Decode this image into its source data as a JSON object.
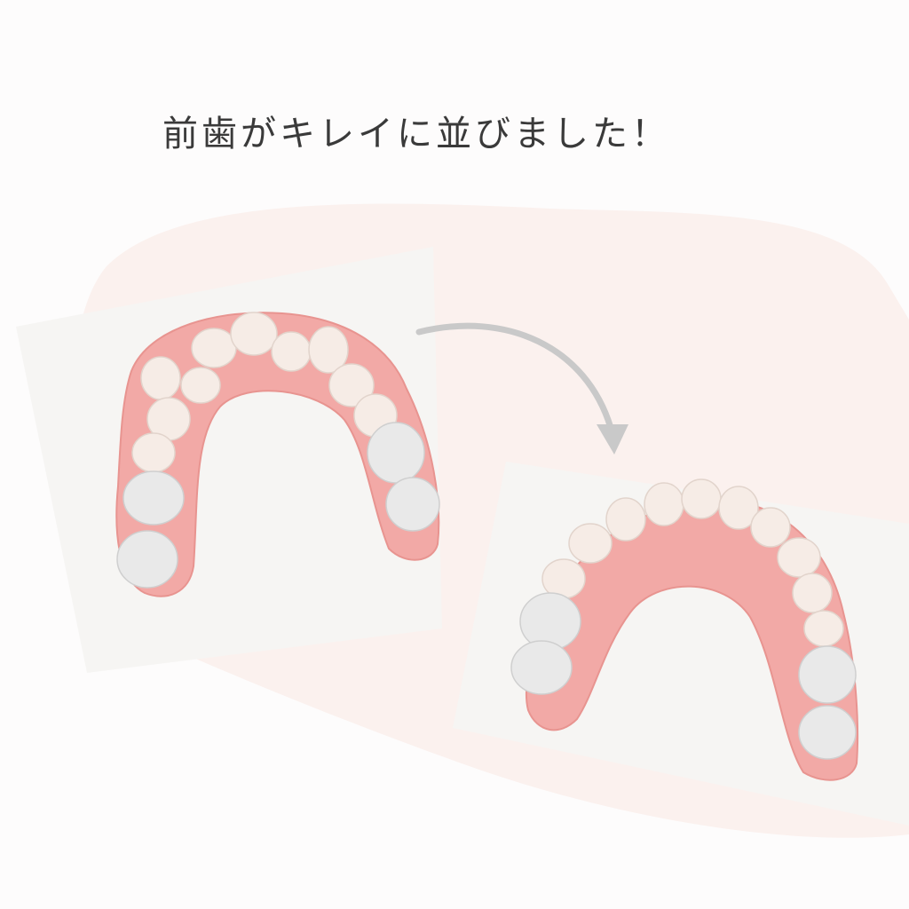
{
  "headline": "前歯がキレイに並びました！",
  "colors": {
    "background": "#fdfcfc",
    "blob": "#fbf1ee",
    "card": "#f6f5f3",
    "gum": "#f2a9a6",
    "tooth": "#f6ece6",
    "molar": "#e9e9e9",
    "arrow": "#c9c9c9"
  },
  "illustrations": {
    "before": {
      "icon": "crooked-teeth-arch"
    },
    "after": {
      "icon": "aligned-teeth-arch"
    },
    "transition": {
      "icon": "curved-arrow-icon"
    }
  }
}
